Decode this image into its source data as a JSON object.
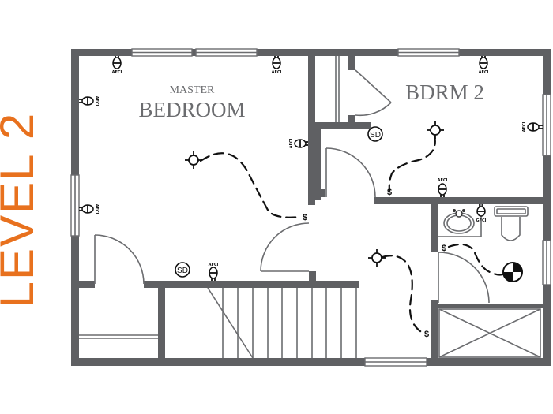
{
  "title": "LEVEL 2",
  "colors": {
    "accent": "#e8711e",
    "wall": "#5f6063",
    "line": "#6b6c6f",
    "symbol": "#111111"
  },
  "rooms": {
    "master_bedroom": {
      "line1": "MASTER",
      "line2": "BEDROOM"
    },
    "bedroom_2": {
      "label": "BDRM 2"
    }
  },
  "symbols": {
    "smoke_detector": "SD",
    "outlet_tag": "AFCI",
    "gfci_tag": "GFCI",
    "switch": "$"
  },
  "legend_icons": [
    "ceiling-light-icon",
    "afci-outlet-icon",
    "smoke-detector-icon",
    "switch-icon",
    "exhaust-fan-icon",
    "gfci-outlet-icon"
  ]
}
